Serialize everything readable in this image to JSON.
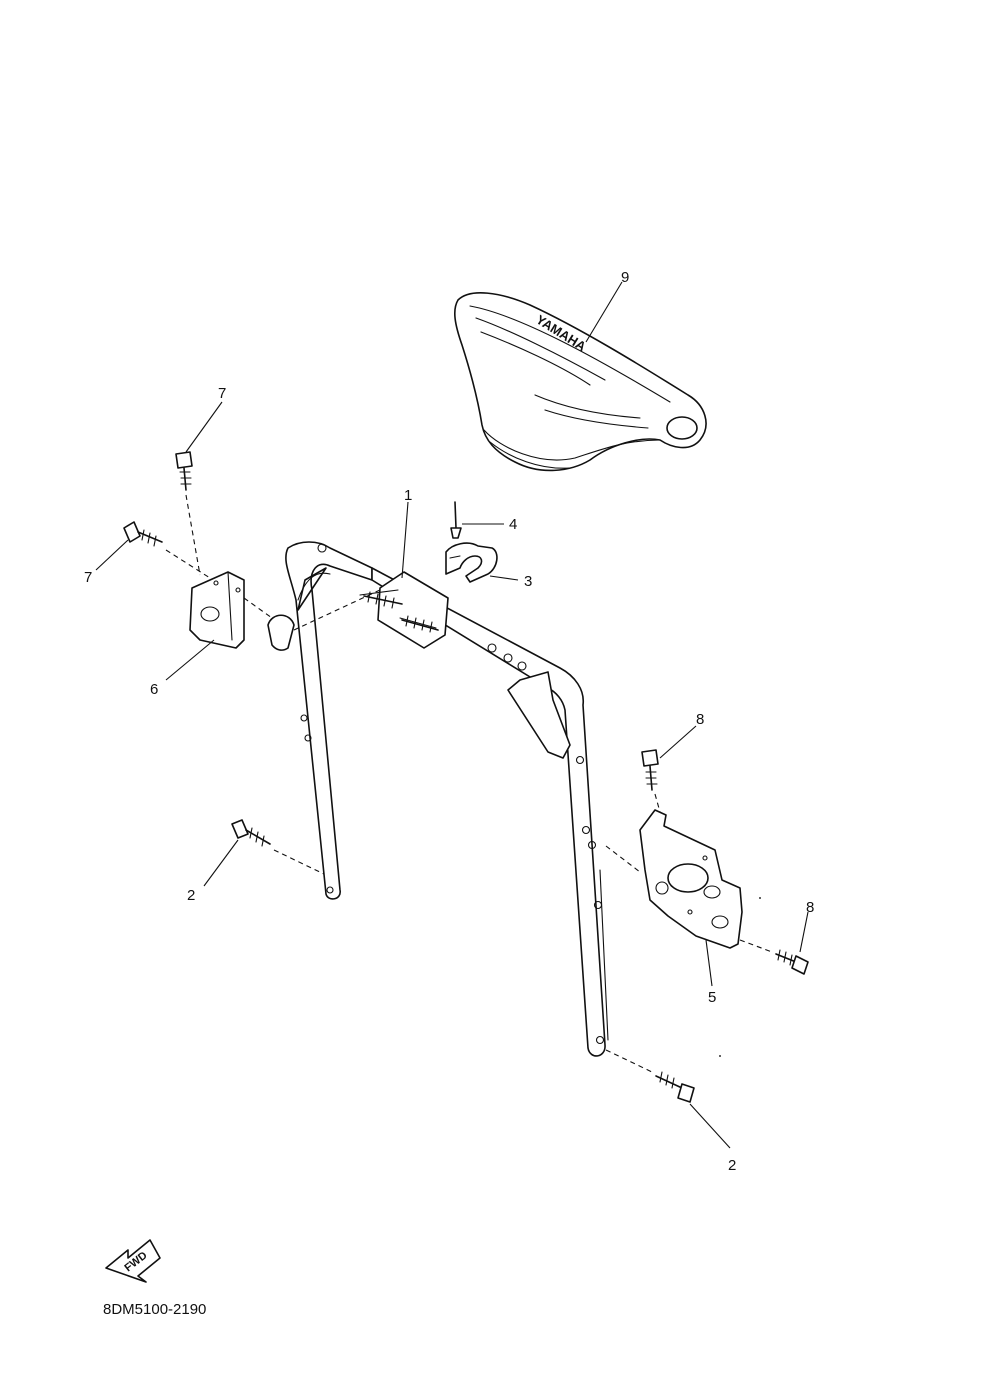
{
  "diagram": {
    "part_numbers": [
      "1",
      "2",
      "2",
      "3",
      "4",
      "5",
      "6",
      "7",
      "7",
      "8",
      "8",
      "9"
    ],
    "seat_logo_text": "YAMAHA",
    "fwd_arrow_text": "FWD",
    "drawing_code": "8DM5100-2190"
  }
}
